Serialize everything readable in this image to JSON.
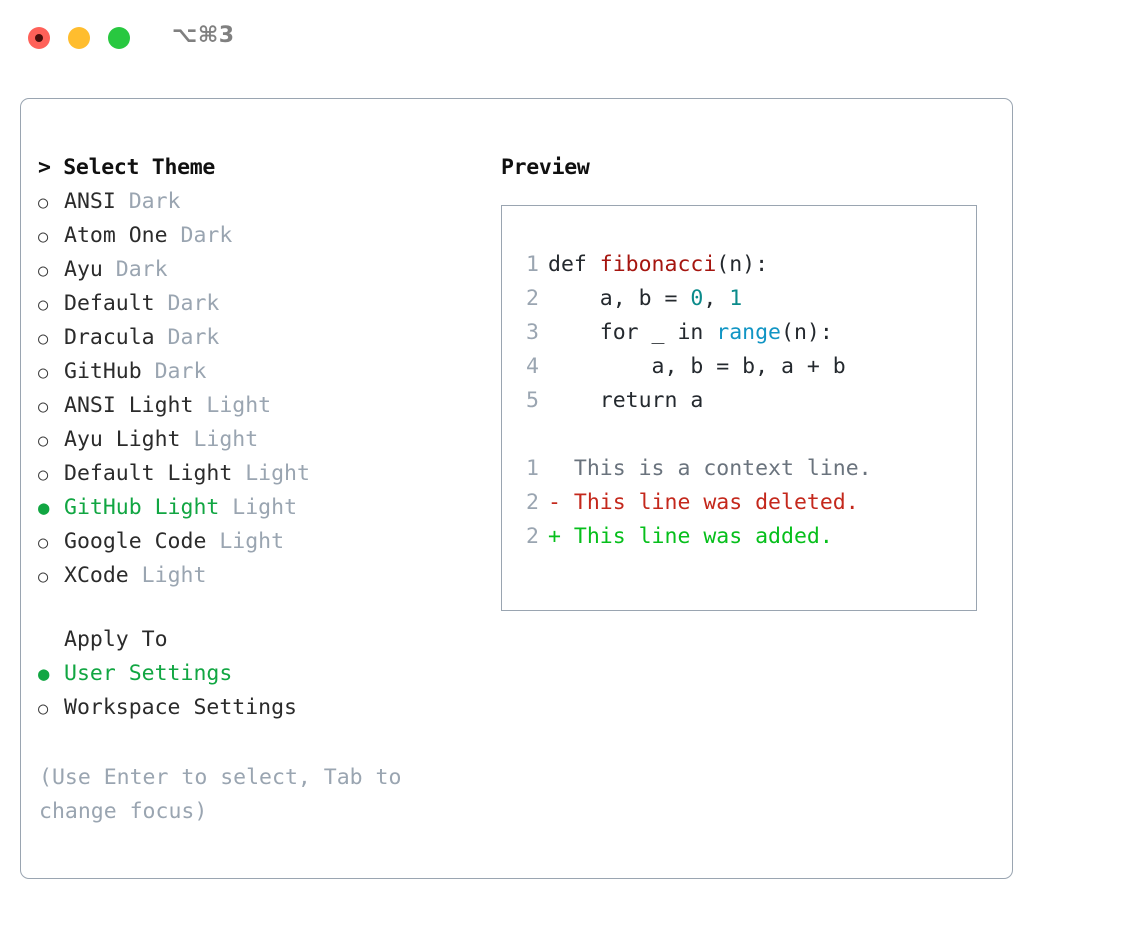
{
  "titlebar": {
    "shortcut": "⌥⌘3",
    "buttons": [
      {
        "name": "close",
        "color": "#ff6159"
      },
      {
        "name": "minimize",
        "color": "#ffbd2e"
      },
      {
        "name": "zoom",
        "color": "#28c840"
      }
    ]
  },
  "theme_picker": {
    "heading": "> Select Theme",
    "selected_marker": "●",
    "unselected_marker": "○",
    "items": [
      {
        "label": "ANSI",
        "suffix": "Dark",
        "selected": false
      },
      {
        "label": "Atom One",
        "suffix": "Dark",
        "selected": false
      },
      {
        "label": "Ayu",
        "suffix": "Dark",
        "selected": false
      },
      {
        "label": "Default",
        "suffix": "Dark",
        "selected": false
      },
      {
        "label": "Dracula",
        "suffix": "Dark",
        "selected": false
      },
      {
        "label": "GitHub",
        "suffix": "Dark",
        "selected": false
      },
      {
        "label": "ANSI Light",
        "suffix": "Light",
        "selected": false
      },
      {
        "label": "Ayu Light",
        "suffix": "Light",
        "selected": false
      },
      {
        "label": "Default Light",
        "suffix": "Light",
        "selected": false
      },
      {
        "label": "GitHub Light",
        "suffix": "Light",
        "selected": true
      },
      {
        "label": "Google Code",
        "suffix": "Light",
        "selected": false
      },
      {
        "label": "XCode",
        "suffix": "Light",
        "selected": false
      }
    ]
  },
  "apply_to": {
    "heading": "Apply To",
    "items": [
      {
        "label": "User Settings",
        "selected": true
      },
      {
        "label": "Workspace Settings",
        "selected": false
      }
    ]
  },
  "hint": "(Use Enter to select, Tab to change focus)",
  "preview": {
    "title": "Preview",
    "code_lines": [
      {
        "number": "1",
        "tokens": [
          {
            "text": "def ",
            "type": "keyword"
          },
          {
            "text": "fibonacci",
            "type": "function"
          },
          {
            "text": "(n):",
            "type": "plain"
          }
        ]
      },
      {
        "number": "2",
        "tokens": [
          {
            "text": "    a, b = ",
            "type": "plain"
          },
          {
            "text": "0",
            "type": "number"
          },
          {
            "text": ", ",
            "type": "plain"
          },
          {
            "text": "1",
            "type": "number"
          }
        ]
      },
      {
        "number": "3",
        "tokens": [
          {
            "text": "    for _ in ",
            "type": "keyword"
          },
          {
            "text": "range",
            "type": "call"
          },
          {
            "text": "(n):",
            "type": "plain"
          }
        ]
      },
      {
        "number": "4",
        "tokens": [
          {
            "text": "        a, b = b, a + b",
            "type": "plain"
          }
        ]
      },
      {
        "number": "5",
        "tokens": [
          {
            "text": "    return a",
            "type": "keyword"
          }
        ]
      }
    ],
    "diff_lines": [
      {
        "number": "1",
        "sign": "  ",
        "text": "This is a context line.",
        "kind": "context"
      },
      {
        "number": "2",
        "sign": "- ",
        "text": "This line was deleted.",
        "kind": "deleted"
      },
      {
        "number": "2",
        "sign": "+ ",
        "text": "This line was added.",
        "kind": "added"
      }
    ]
  },
  "colors": {
    "accent_green": "#11a642",
    "muted": "#9aa5b1",
    "border": "#9aa5b1",
    "diff_added": "#06bf1b",
    "diff_deleted": "#c4281c",
    "diff_context": "#6a737d",
    "syntax_function": "#a5150f",
    "syntax_number": "#0b8b8b",
    "syntax_call": "#1195c4"
  }
}
